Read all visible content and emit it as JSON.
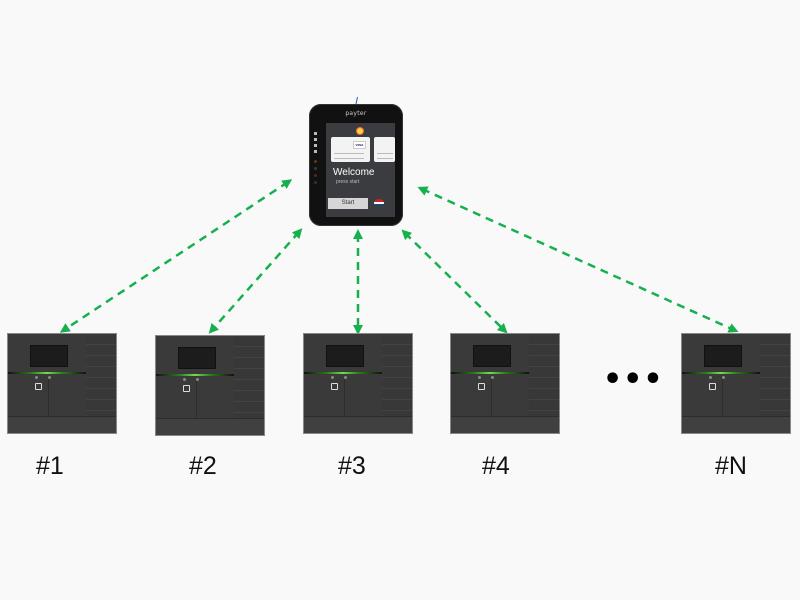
{
  "diagram": {
    "type": "star-network",
    "hub": {
      "name": "payment terminal",
      "brand": "payter",
      "screen": {
        "card_text": "VISA",
        "welcome": "Welcome",
        "subtitle": "press start",
        "button": "Start"
      }
    },
    "nodes": [
      {
        "id": "1",
        "label": "#1"
      },
      {
        "id": "2",
        "label": "#2"
      },
      {
        "id": "3",
        "label": "#3"
      },
      {
        "id": "4",
        "label": "#4"
      },
      {
        "id": "N",
        "label": "#N"
      }
    ],
    "ellipsis": "•••",
    "connection": {
      "style": "dashed",
      "direction": "bidirectional",
      "color": "#16b04e"
    }
  }
}
